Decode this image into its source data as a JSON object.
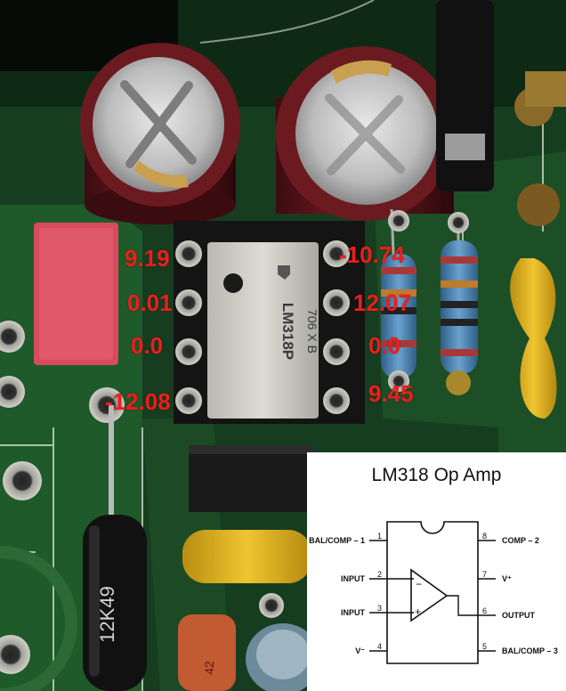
{
  "photo": {
    "chip_marking": [
      "LM318P",
      "706 X B"
    ],
    "resistor_marking": "12K49",
    "cap_marking": "42"
  },
  "voltage_labels": {
    "pin1": "9.19",
    "pin2": "0.01",
    "pin3": "0.0",
    "pin4": "-12.08",
    "pin8": "-10.74",
    "pin7": "12.07",
    "pin6": "0.0",
    "pin5": "9.45"
  },
  "inset": {
    "title": "LM318 Op Amp",
    "left_pins": [
      {
        "label": "BAL/COMP – 1",
        "number": "1"
      },
      {
        "label": "INPUT",
        "number": "2"
      },
      {
        "label": "INPUT",
        "number": "3"
      },
      {
        "label": "V⁻",
        "number": "4"
      }
    ],
    "right_pins": [
      {
        "label": "COMP – 2",
        "number": "8"
      },
      {
        "label": "V⁺",
        "number": "7"
      },
      {
        "label": "OUTPUT",
        "number": "6"
      },
      {
        "label": "BAL/COMP – 3",
        "number": "5"
      }
    ],
    "minus_sign": "−",
    "plus_sign": "+"
  }
}
